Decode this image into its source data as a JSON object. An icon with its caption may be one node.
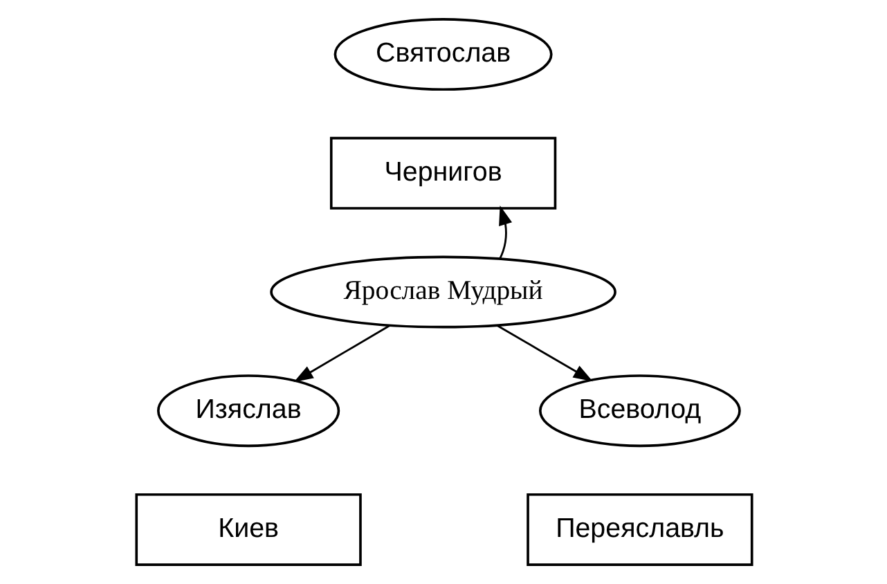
{
  "diagram": {
    "nodes": [
      {
        "text": [
          "Святослав"
        ]
      },
      {
        "text": [
          "Чернигов"
        ]
      },
      {
        "text": [
          "Ярослав Мудрый"
        ]
      },
      {
        "text": [
          "Изяслав"
        ]
      },
      {
        "text": [
          "Киев"
        ]
      },
      {
        "text": [
          "Всеволод"
        ]
      },
      {
        "text": [
          "Переяславль"
        ]
      }
    ],
    "edges": [
      {
        "from": 2,
        "to": 1,
        "arrow": "to"
      },
      {
        "from": 2,
        "to": 3,
        "arrow": "to"
      },
      {
        "from": 2,
        "to": 5,
        "arrow": "to"
      }
    ]
  }
}
